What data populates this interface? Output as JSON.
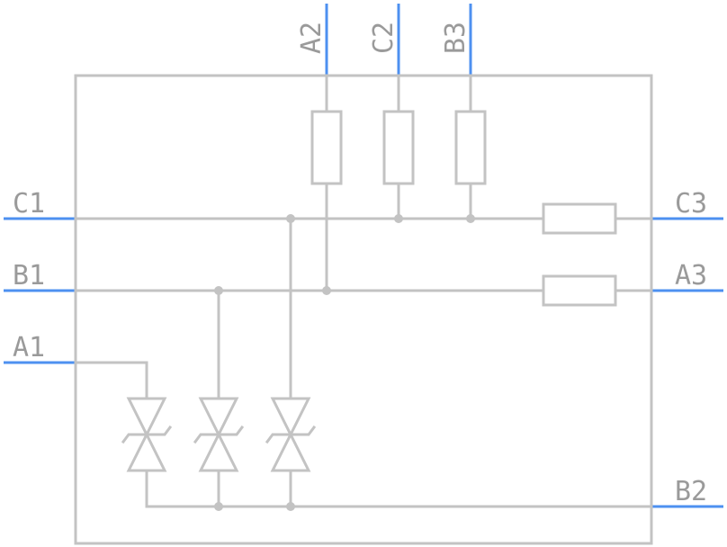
{
  "colors": {
    "wire": "#c3c3c3",
    "pin": "#4d90f0",
    "label": "#9a9a9a",
    "background": "#ffffff"
  },
  "pins": {
    "left": [
      "C1",
      "B1",
      "A1"
    ],
    "right": [
      "C3",
      "A3",
      "B2"
    ],
    "top": [
      "A2",
      "C2",
      "B3"
    ]
  }
}
